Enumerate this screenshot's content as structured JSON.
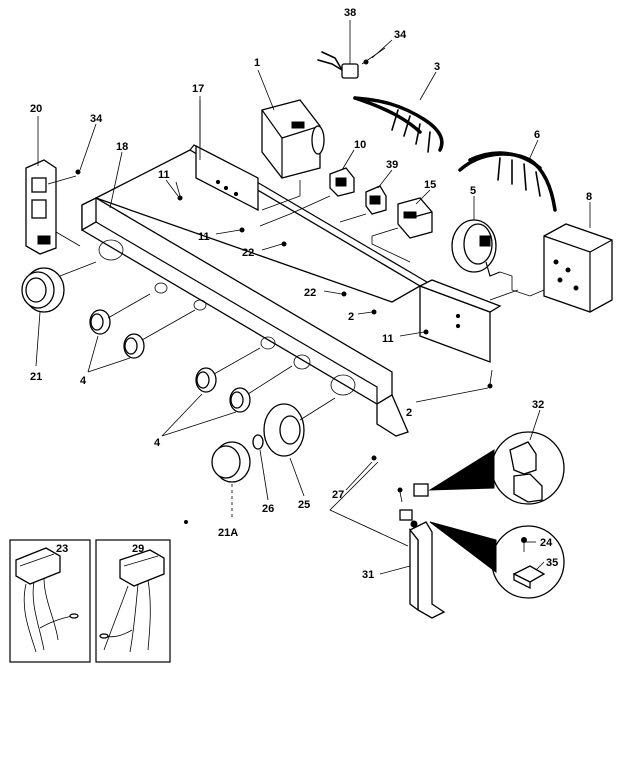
{
  "callouts": {
    "c38": "38",
    "c34a": "34",
    "c1": "1",
    "c3": "3",
    "c20": "20",
    "c34b": "34",
    "c17": "17",
    "c18": "18",
    "c10": "10",
    "c39": "39",
    "c6": "6",
    "c11a": "11",
    "c15": "15",
    "c5": "5",
    "c8": "8",
    "c11b": "11",
    "c22a": "22",
    "c22b": "22",
    "c2a": "2",
    "c11c": "11",
    "c21": "21",
    "c4a": "4",
    "c2b": "2",
    "c32": "32",
    "c4b": "4",
    "c25": "25",
    "c27": "27",
    "c26": "26",
    "c21a": "21A",
    "c23": "23",
    "c29": "29",
    "c24": "24",
    "c35": "35",
    "c31": "31"
  }
}
